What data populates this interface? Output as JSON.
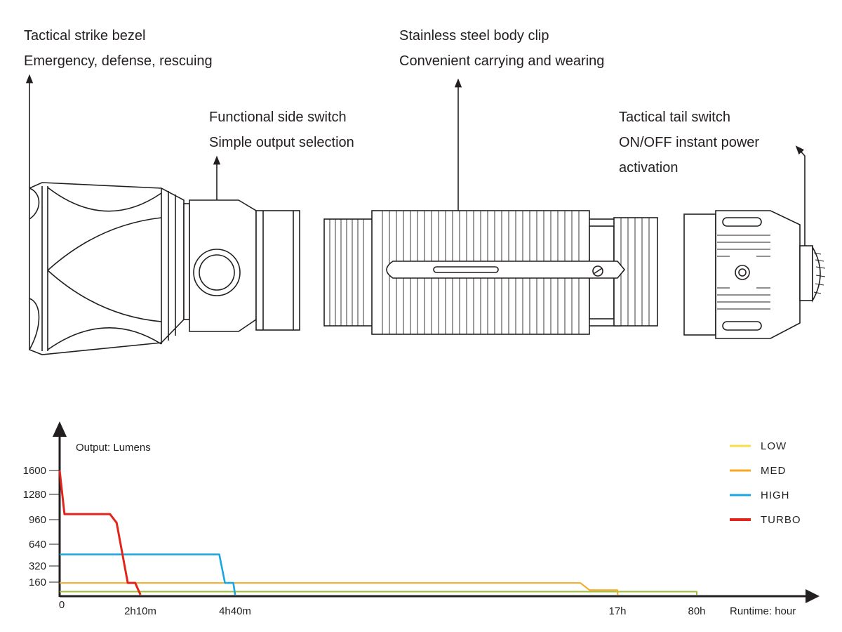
{
  "callouts": [
    {
      "id": "bezel",
      "line1": "Tactical strike bezel",
      "line2": "Emergency, defense, rescuing"
    },
    {
      "id": "side",
      "line1": "Functional side switch",
      "line2": "Simple output selection"
    },
    {
      "id": "clip",
      "line1": "Stainless steel body clip",
      "line2": "Convenient carrying and wearing"
    },
    {
      "id": "tail",
      "line1": "Tactical tail switch",
      "line2": "ON/OFF instant power",
      "line3": "activation"
    }
  ],
  "chart_data": {
    "type": "line",
    "ylabel": "Output: Lumens",
    "xlabel": "Runtime: hour",
    "y_ticks": [
      "1600",
      "1280",
      "960",
      "640",
      "320",
      "160"
    ],
    "x_ticks": [
      "0",
      "2h10m",
      "4h40m",
      "17h",
      "80h"
    ],
    "series": [
      {
        "name": "LOW",
        "color": "#9dbf3c",
        "legend_color": "#f6e04a",
        "points": [
          [
            0,
            40
          ],
          [
            80,
            40
          ],
          [
            80.3,
            0
          ]
        ]
      },
      {
        "name": "MED",
        "color": "#f7a823",
        "points": [
          [
            0,
            150
          ],
          [
            15.8,
            150
          ],
          [
            16.1,
            60
          ],
          [
            17,
            60
          ],
          [
            17.2,
            0
          ]
        ]
      },
      {
        "name": "HIGH",
        "color": "#1aa6e0",
        "points": [
          [
            0,
            490
          ],
          [
            4.25,
            490
          ],
          [
            4.4,
            150
          ],
          [
            4.62,
            150
          ],
          [
            4.67,
            0
          ]
        ]
      },
      {
        "name": "TURBO",
        "color": "#e3241b",
        "points": [
          [
            0,
            1600
          ],
          [
            0.13,
            1030
          ],
          [
            1.35,
            1030
          ],
          [
            1.53,
            920
          ],
          [
            1.83,
            150
          ],
          [
            2.03,
            150
          ],
          [
            2.17,
            0
          ]
        ]
      }
    ]
  }
}
